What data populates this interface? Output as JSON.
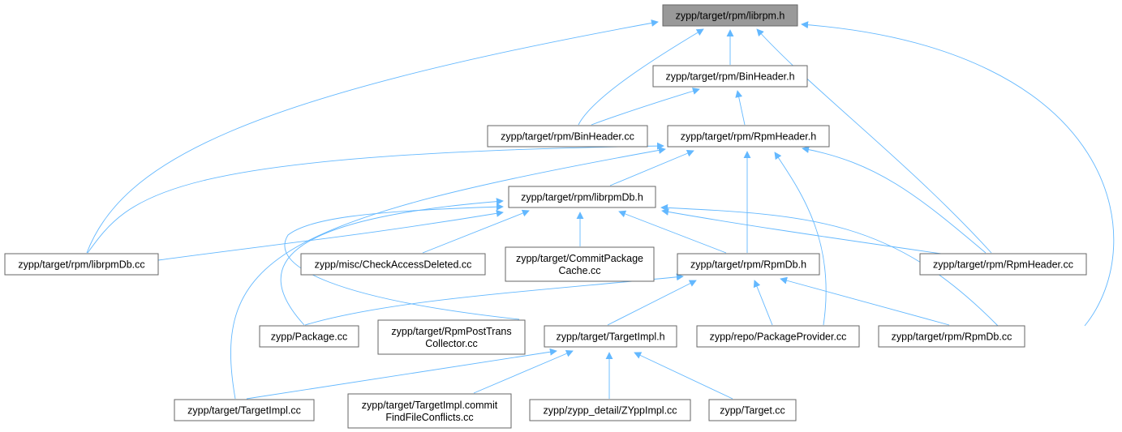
{
  "graph": {
    "colors": {
      "edge": "#63b8ff",
      "node_border": "#666666",
      "root_fill": "#999999",
      "node_fill": "#ffffff"
    },
    "nodes": [
      {
        "id": "librpm_h",
        "lines": [
          "zypp/target/rpm/librpm.h"
        ],
        "root": true
      },
      {
        "id": "binheader_h",
        "lines": [
          "zypp/target/rpm/BinHeader.h"
        ]
      },
      {
        "id": "binheader_cc",
        "lines": [
          "zypp/target/rpm/BinHeader.cc"
        ]
      },
      {
        "id": "rpmheader_h",
        "lines": [
          "zypp/target/rpm/RpmHeader.h"
        ]
      },
      {
        "id": "librpmdb_h",
        "lines": [
          "zypp/target/rpm/librpmDb.h"
        ]
      },
      {
        "id": "librpmdb_cc",
        "lines": [
          "zypp/target/rpm/librpmDb.cc"
        ]
      },
      {
        "id": "checkaccess_cc",
        "lines": [
          "zypp/misc/CheckAccessDeleted.cc"
        ]
      },
      {
        "id": "commitcache_cc",
        "lines": [
          "zypp/target/CommitPackage",
          "Cache.cc"
        ]
      },
      {
        "id": "rpmdb_h",
        "lines": [
          "zypp/target/rpm/RpmDb.h"
        ]
      },
      {
        "id": "rpmheader_cc",
        "lines": [
          "zypp/target/rpm/RpmHeader.cc"
        ]
      },
      {
        "id": "package_cc",
        "lines": [
          "zypp/Package.cc"
        ]
      },
      {
        "id": "rpmposttrans_cc",
        "lines": [
          "zypp/target/RpmPostTrans",
          "Collector.cc"
        ]
      },
      {
        "id": "targetimpl_h",
        "lines": [
          "zypp/target/TargetImpl.h"
        ]
      },
      {
        "id": "packageprovider_cc",
        "lines": [
          "zypp/repo/PackageProvider.cc"
        ]
      },
      {
        "id": "rpmdb_cc",
        "lines": [
          "zypp/target/rpm/RpmDb.cc"
        ]
      },
      {
        "id": "targetimpl_cc",
        "lines": [
          "zypp/target/TargetImpl.cc"
        ]
      },
      {
        "id": "targetimplcommit_cc",
        "lines": [
          "zypp/target/TargetImpl.commit",
          "FindFileConflicts.cc"
        ]
      },
      {
        "id": "zyppimpl_cc",
        "lines": [
          "zypp/zypp_detail/ZYppImpl.cc"
        ]
      },
      {
        "id": "target_cc",
        "lines": [
          "zypp/Target.cc"
        ]
      }
    ]
  }
}
